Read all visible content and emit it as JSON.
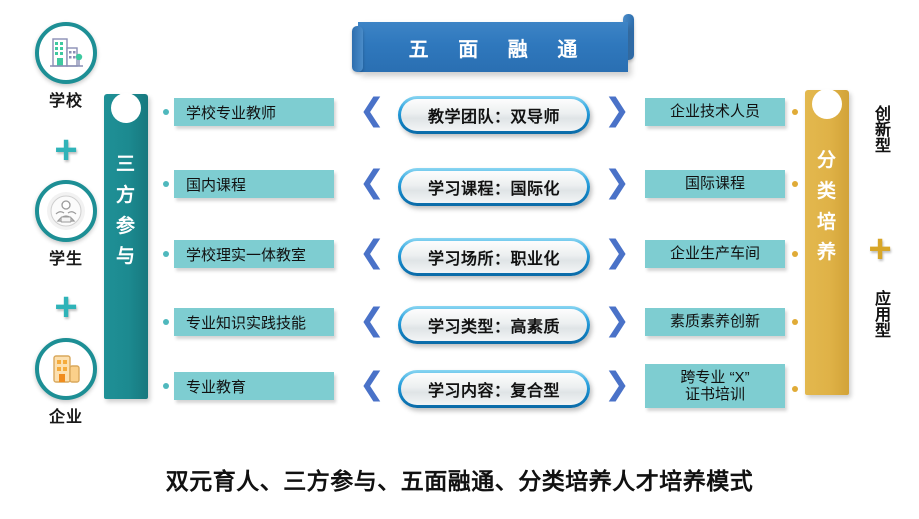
{
  "top_banner": {
    "label": "五 面 融 通"
  },
  "left_ribbon": {
    "chars": [
      "三",
      "方",
      "参",
      "与"
    ]
  },
  "right_ribbon": {
    "chars": [
      "分",
      "类",
      "培",
      "养"
    ]
  },
  "parties": [
    {
      "label": "学校",
      "icon": "school-building-icon"
    },
    {
      "label": "学生",
      "icon": "student-icon"
    },
    {
      "label": "企业",
      "icon": "enterprise-building-icon"
    }
  ],
  "party_connectors": [
    "+",
    "+"
  ],
  "rows": [
    {
      "left": "学校专业教师",
      "center": "教学团队：双导师",
      "right": "企业技术人员"
    },
    {
      "left": "国内课程",
      "center": "学习课程：国际化",
      "right": "国际课程"
    },
    {
      "left": "学校理实一体教室",
      "center": "学习场所：职业化",
      "right": "企业生产车间"
    },
    {
      "left": "专业知识实践技能",
      "center": "学习类型：高素质",
      "right": "素质素养创新"
    },
    {
      "left": "专业教育",
      "center": "学习内容：复合型",
      "right_line1": "跨专业 “X”",
      "right_line2": "证书培训"
    }
  ],
  "outcomes": {
    "top": "创新型",
    "connector": "+",
    "bottom": "应用型"
  },
  "caption": "双元育人、三方参与、五面融通、分类培养人才培养模式",
  "colors": {
    "teal_ribbon": "#1c8a90",
    "gold_ribbon": "#dfb247",
    "tag_box": "#7ecdd1",
    "banner_blue": "#2f78bd",
    "chevron_blue": "#4a72c8",
    "pill_ring": "#0f7fc0",
    "dot_teal": "#4fb8bd",
    "dot_gold": "#e0ab37"
  }
}
